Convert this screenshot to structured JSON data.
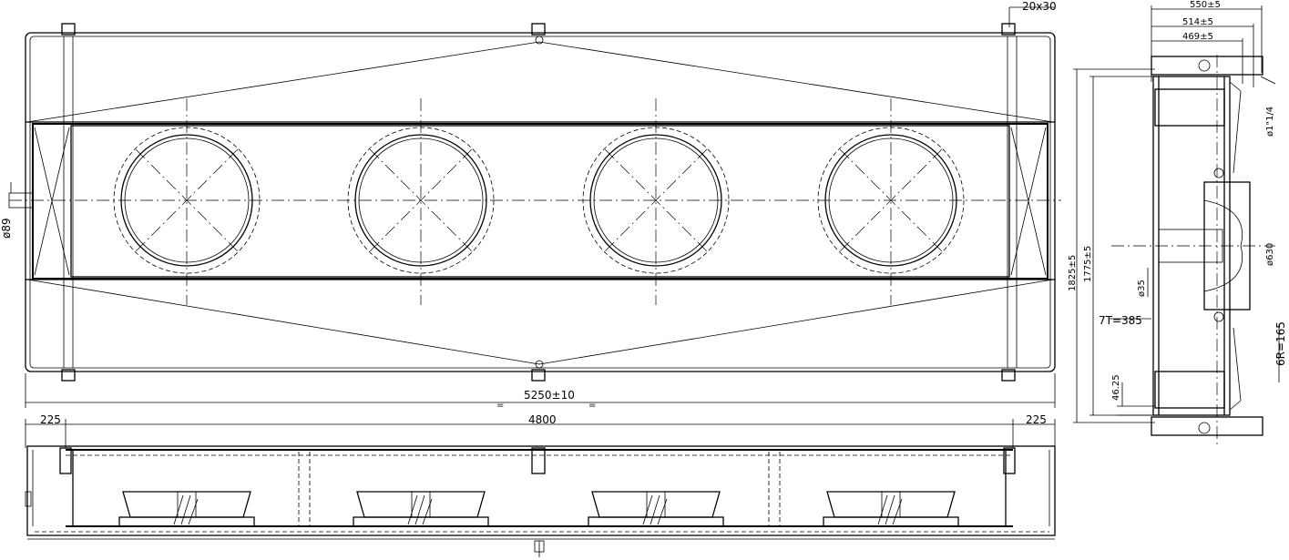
{
  "top_view": {
    "overall_length": "5250±10",
    "pipe_diameter": "ø89",
    "bracket": "20x30",
    "equal_mark": "="
  },
  "bottom_view": {
    "left_offset": "225",
    "span": "4800",
    "right_offset": "225"
  },
  "side_view": {
    "width_outer": "550±5",
    "width_mid": "514±5",
    "width_inner": "469±5",
    "height_outer": "1825±5",
    "height_inner": "1775±5",
    "pipe_out": "ø1\"1/4",
    "fan_diameter": "ø630",
    "drain": "ø35",
    "tubes": "7T=385",
    "rows": "6R=165",
    "offset": "46.25"
  }
}
